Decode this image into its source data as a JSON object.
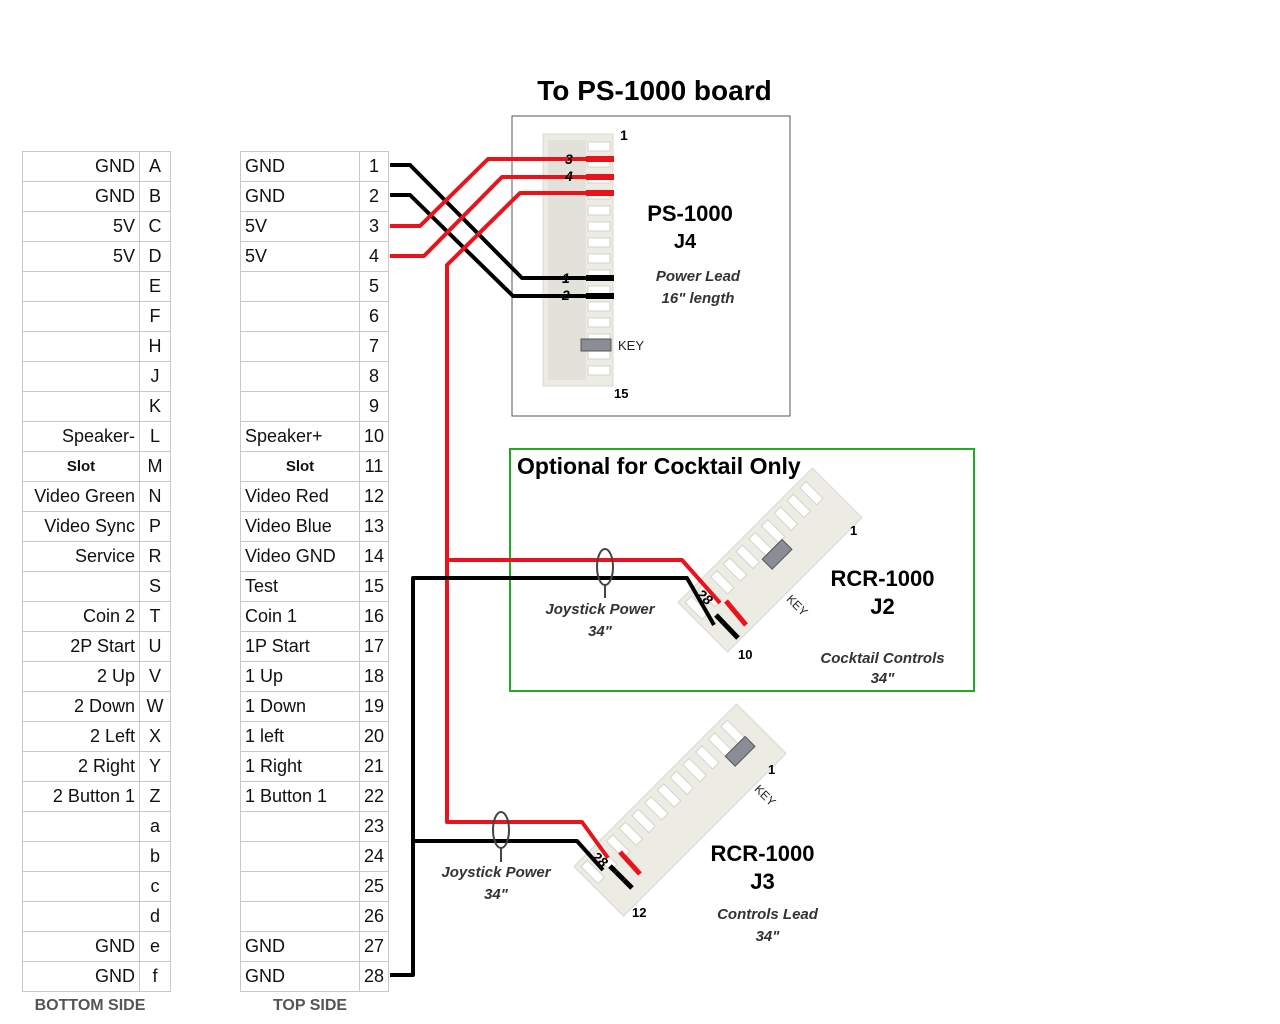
{
  "header": {
    "title": "To PS-1000 board"
  },
  "bottom_side": {
    "label": "BOTTOM SIDE",
    "rows": [
      {
        "label": "GND",
        "pin": "A"
      },
      {
        "label": "GND",
        "pin": "B"
      },
      {
        "label": "5V",
        "pin": "C"
      },
      {
        "label": "5V",
        "pin": "D"
      },
      {
        "label": "",
        "pin": "E"
      },
      {
        "label": "",
        "pin": "F"
      },
      {
        "label": "",
        "pin": "H"
      },
      {
        "label": "",
        "pin": "J"
      },
      {
        "label": "",
        "pin": "K"
      },
      {
        "label": "Speaker-",
        "pin": "L"
      },
      {
        "label": "Slot",
        "pin": "M"
      },
      {
        "label": "Video Green",
        "pin": "N"
      },
      {
        "label": "Video Sync",
        "pin": "P"
      },
      {
        "label": "Service",
        "pin": "R"
      },
      {
        "label": "",
        "pin": "S"
      },
      {
        "label": "Coin 2",
        "pin": "T"
      },
      {
        "label": "2P Start",
        "pin": "U"
      },
      {
        "label": "2 Up",
        "pin": "V"
      },
      {
        "label": "2 Down",
        "pin": "W"
      },
      {
        "label": "2 Left",
        "pin": "X"
      },
      {
        "label": "2 Right",
        "pin": "Y"
      },
      {
        "label": "2 Button 1",
        "pin": "Z"
      },
      {
        "label": "",
        "pin": "a"
      },
      {
        "label": "",
        "pin": "b"
      },
      {
        "label": "",
        "pin": "c"
      },
      {
        "label": "",
        "pin": "d"
      },
      {
        "label": "GND",
        "pin": "e"
      },
      {
        "label": "GND",
        "pin": "f"
      }
    ]
  },
  "top_side": {
    "label": "TOP SIDE",
    "rows": [
      {
        "label": "GND",
        "pin": "1"
      },
      {
        "label": "GND",
        "pin": "2"
      },
      {
        "label": "5V",
        "pin": "3"
      },
      {
        "label": "5V",
        "pin": "4"
      },
      {
        "label": "",
        "pin": "5"
      },
      {
        "label": "",
        "pin": "6"
      },
      {
        "label": "",
        "pin": "7"
      },
      {
        "label": "",
        "pin": "8"
      },
      {
        "label": "",
        "pin": "9"
      },
      {
        "label": "Speaker+",
        "pin": "10"
      },
      {
        "label": "Slot",
        "pin": "11"
      },
      {
        "label": "Video Red",
        "pin": "12"
      },
      {
        "label": "Video Blue",
        "pin": "13"
      },
      {
        "label": "Video GND",
        "pin": "14"
      },
      {
        "label": "Test",
        "pin": "15"
      },
      {
        "label": "Coin 1",
        "pin": "16"
      },
      {
        "label": "1P Start",
        "pin": "17"
      },
      {
        "label": "1 Up",
        "pin": "18"
      },
      {
        "label": "1 Down",
        "pin": "19"
      },
      {
        "label": "1 left",
        "pin": "20"
      },
      {
        "label": "1 Right",
        "pin": "21"
      },
      {
        "label": "1 Button 1",
        "pin": "22"
      },
      {
        "label": "",
        "pin": "23"
      },
      {
        "label": "",
        "pin": "24"
      },
      {
        "label": "",
        "pin": "25"
      },
      {
        "label": "",
        "pin": "26"
      },
      {
        "label": "GND",
        "pin": "27"
      },
      {
        "label": "GND",
        "pin": "28"
      }
    ]
  },
  "ps1000": {
    "name": "PS-1000",
    "connector": "J4",
    "pin_first": "1",
    "pin_last": "15",
    "wire_pins": [
      "3",
      "4",
      "1",
      "2"
    ],
    "key": "KEY",
    "lead_name": "Power Lead",
    "lead_length": "16\" length"
  },
  "cocktail": {
    "box_title": "Optional for Cocktail Only",
    "name": "RCR-1000",
    "connector": "J2",
    "pin_first": "1",
    "pin_wire": "28",
    "pin_last": "10",
    "key": "KEY",
    "joystick_label": "Joystick Power",
    "joystick_length": "34\"",
    "lead_name": "Cocktail Controls",
    "lead_length": "34\""
  },
  "controls": {
    "name": "RCR-1000",
    "connector": "J3",
    "pin_first": "1",
    "pin_wire": "28",
    "pin_last": "12",
    "key": "KEY",
    "joystick_label": "Joystick Power",
    "joystick_length": "34\"",
    "lead_name": "Controls Lead",
    "lead_length": "34\""
  },
  "colors": {
    "power_wire": "#e8141c",
    "ground_wire": "#000000",
    "optional_box": "#22aa22",
    "connector_body": "#ecebe4"
  }
}
